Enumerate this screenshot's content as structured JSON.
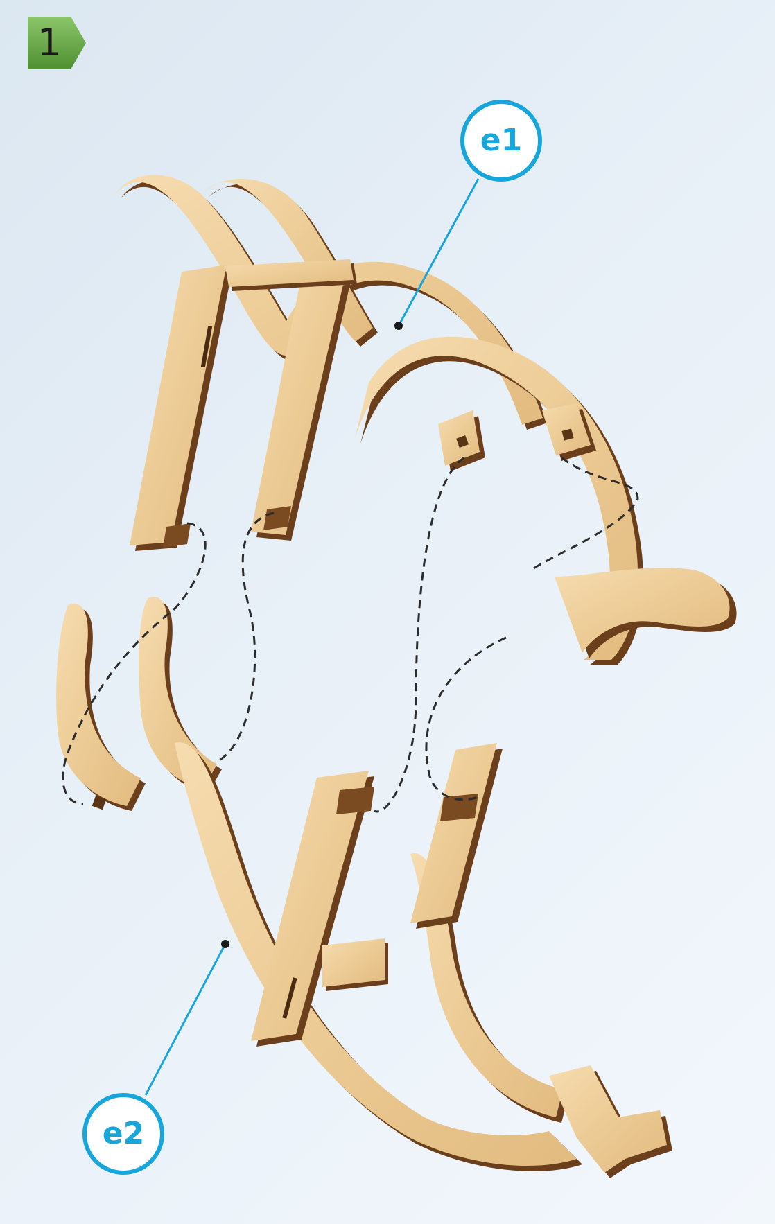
{
  "step": {
    "number": "1",
    "badge_color": "#6fae48"
  },
  "callouts": [
    {
      "id": "e1",
      "label": "e1"
    },
    {
      "id": "e2",
      "label": "e2"
    }
  ],
  "colors": {
    "wood_face": "#f0cf9c",
    "wood_edge": "#6b3f1b",
    "wood_edge_light": "#b07a44",
    "callout": "#17a6dc",
    "dash": "#2c2c2c"
  }
}
